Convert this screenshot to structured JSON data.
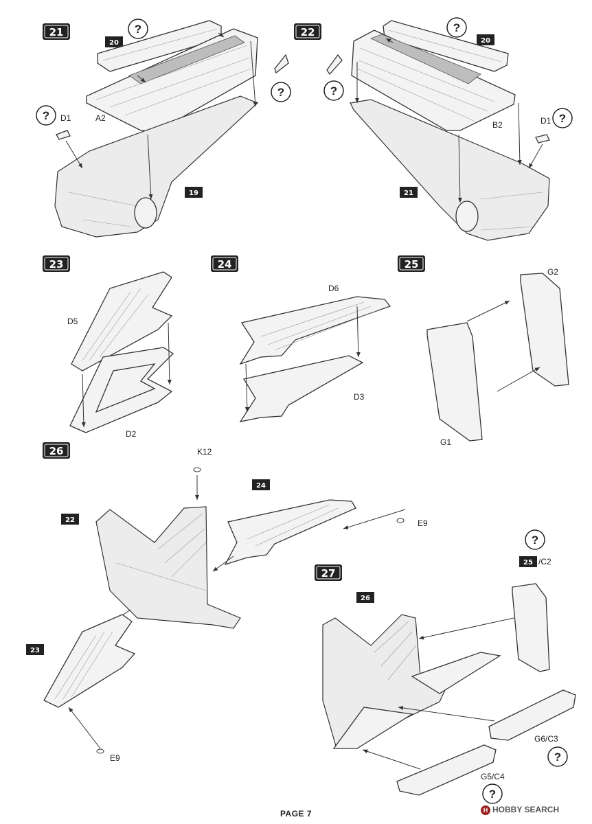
{
  "steps": {
    "s21": "21",
    "s22": "22",
    "s23": "23",
    "s24": "24",
    "s25": "25",
    "s26": "26",
    "s27": "27"
  },
  "refs": {
    "r20a": "20",
    "r20b": "20",
    "r19": "19",
    "r21": "21",
    "r24": "24",
    "r22": "22",
    "r23": "23",
    "r26": "26",
    "r25": "25"
  },
  "question_mark": "?",
  "labels": {
    "a2": "A2",
    "b2": "B2",
    "d1a": "D1",
    "d1b": "D1",
    "d5": "D5",
    "d2": "D2",
    "d6": "D6",
    "d3": "D3",
    "g1": "G1",
    "g2": "G2",
    "k12": "K12",
    "e9a": "E9",
    "e9b": "E9",
    "c2": "/C2",
    "g6c3": "G6/C3",
    "g5c4": "G5/C4"
  },
  "page": "PAGE 7",
  "watermark": {
    "brand": "HOBBY SEARCH",
    "mark": "H"
  }
}
